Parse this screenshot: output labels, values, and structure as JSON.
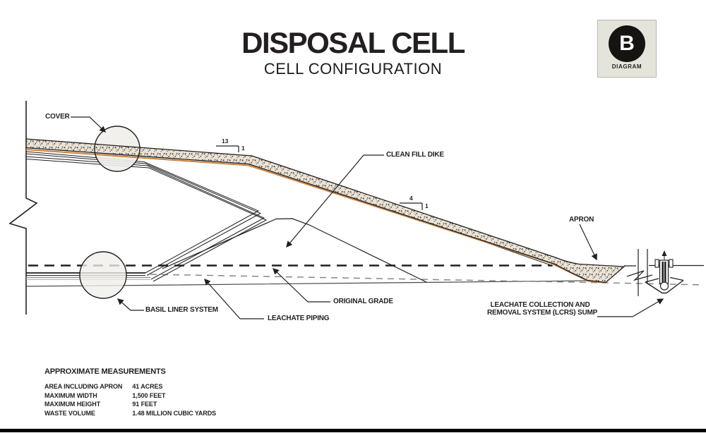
{
  "header": {
    "title": "DISPOSAL CELL",
    "subtitle": "CELL CONFIGURATION"
  },
  "badge": {
    "letter": "B",
    "label": "DIAGRAM"
  },
  "diagram": {
    "labels": {
      "cover": "COVER",
      "clean_fill_dike": "CLEAN FILL DIKE",
      "apron": "APRON",
      "original_grade": "ORIGINAL GRADE",
      "leachate_piping": "LEACHATE PIPING",
      "basil_liner_system": "BASIL LINER SYSTEM",
      "lcrs_line1": "LEACHATE COLLECTION AND",
      "lcrs_line2": "REMOVAL SYSTEM (LCRS) SUMP"
    },
    "slope_markers": [
      {
        "run": "13",
        "rise": "1"
      },
      {
        "run": "4",
        "rise": "1"
      }
    ]
  },
  "measurements": {
    "title": "APPROXIMATE MEASUREMENTS",
    "rows": [
      {
        "label": "AREA INCLUDING APRON",
        "value": "41 ACRES"
      },
      {
        "label": "MAXIMUM WIDTH",
        "value": "1,500 FEET"
      },
      {
        "label": "MAXIMUM HEIGHT",
        "value": "91 FEET"
      },
      {
        "label": "WASTE VOLUME",
        "value": "1.48 MILLION CUBIC YARDS"
      }
    ]
  },
  "colors": {
    "ink": "#231f20",
    "cover_fill": "#eae3d6",
    "cover_speckle": "#3f3a33",
    "liner_orange": "#c9823f",
    "gray_line": "#8c8882",
    "badge_bg": "#e5e4db",
    "bottom_bar": "#000000"
  }
}
